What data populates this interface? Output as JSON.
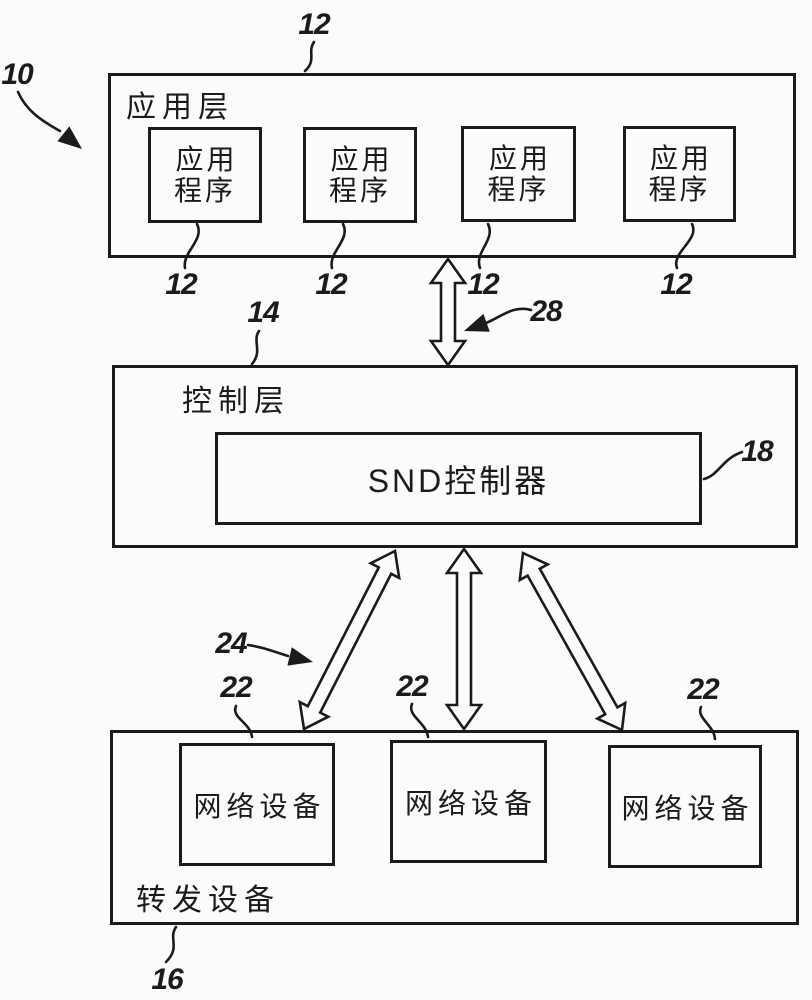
{
  "figure": {
    "type": "patent-architecture-diagram",
    "background_color": "#fbfbfb",
    "line_color": "#1b1b1b"
  },
  "application_layer": {
    "label": "应用层",
    "ref_top": "12",
    "apps": [
      {
        "label": "应用\n程序",
        "ref": "12"
      },
      {
        "label": "应用\n程序",
        "ref": "12"
      },
      {
        "label": "应用\n程序",
        "ref": "12"
      },
      {
        "label": "应用\n程序",
        "ref": "12"
      }
    ]
  },
  "control_layer": {
    "label": "控制层",
    "ref": "14",
    "controller": {
      "label": "SND控制器",
      "ref": "18"
    }
  },
  "forwarding_layer": {
    "label": "转发设备",
    "ref": "16",
    "devices": [
      {
        "label": "网络设备",
        "ref": "22"
      },
      {
        "label": "网络设备",
        "ref": "22"
      },
      {
        "label": "网络设备",
        "ref": "22"
      }
    ]
  },
  "annotations": {
    "system_ref": "10",
    "app_control_link_ref": "28",
    "control_device_link_ref": "24"
  }
}
